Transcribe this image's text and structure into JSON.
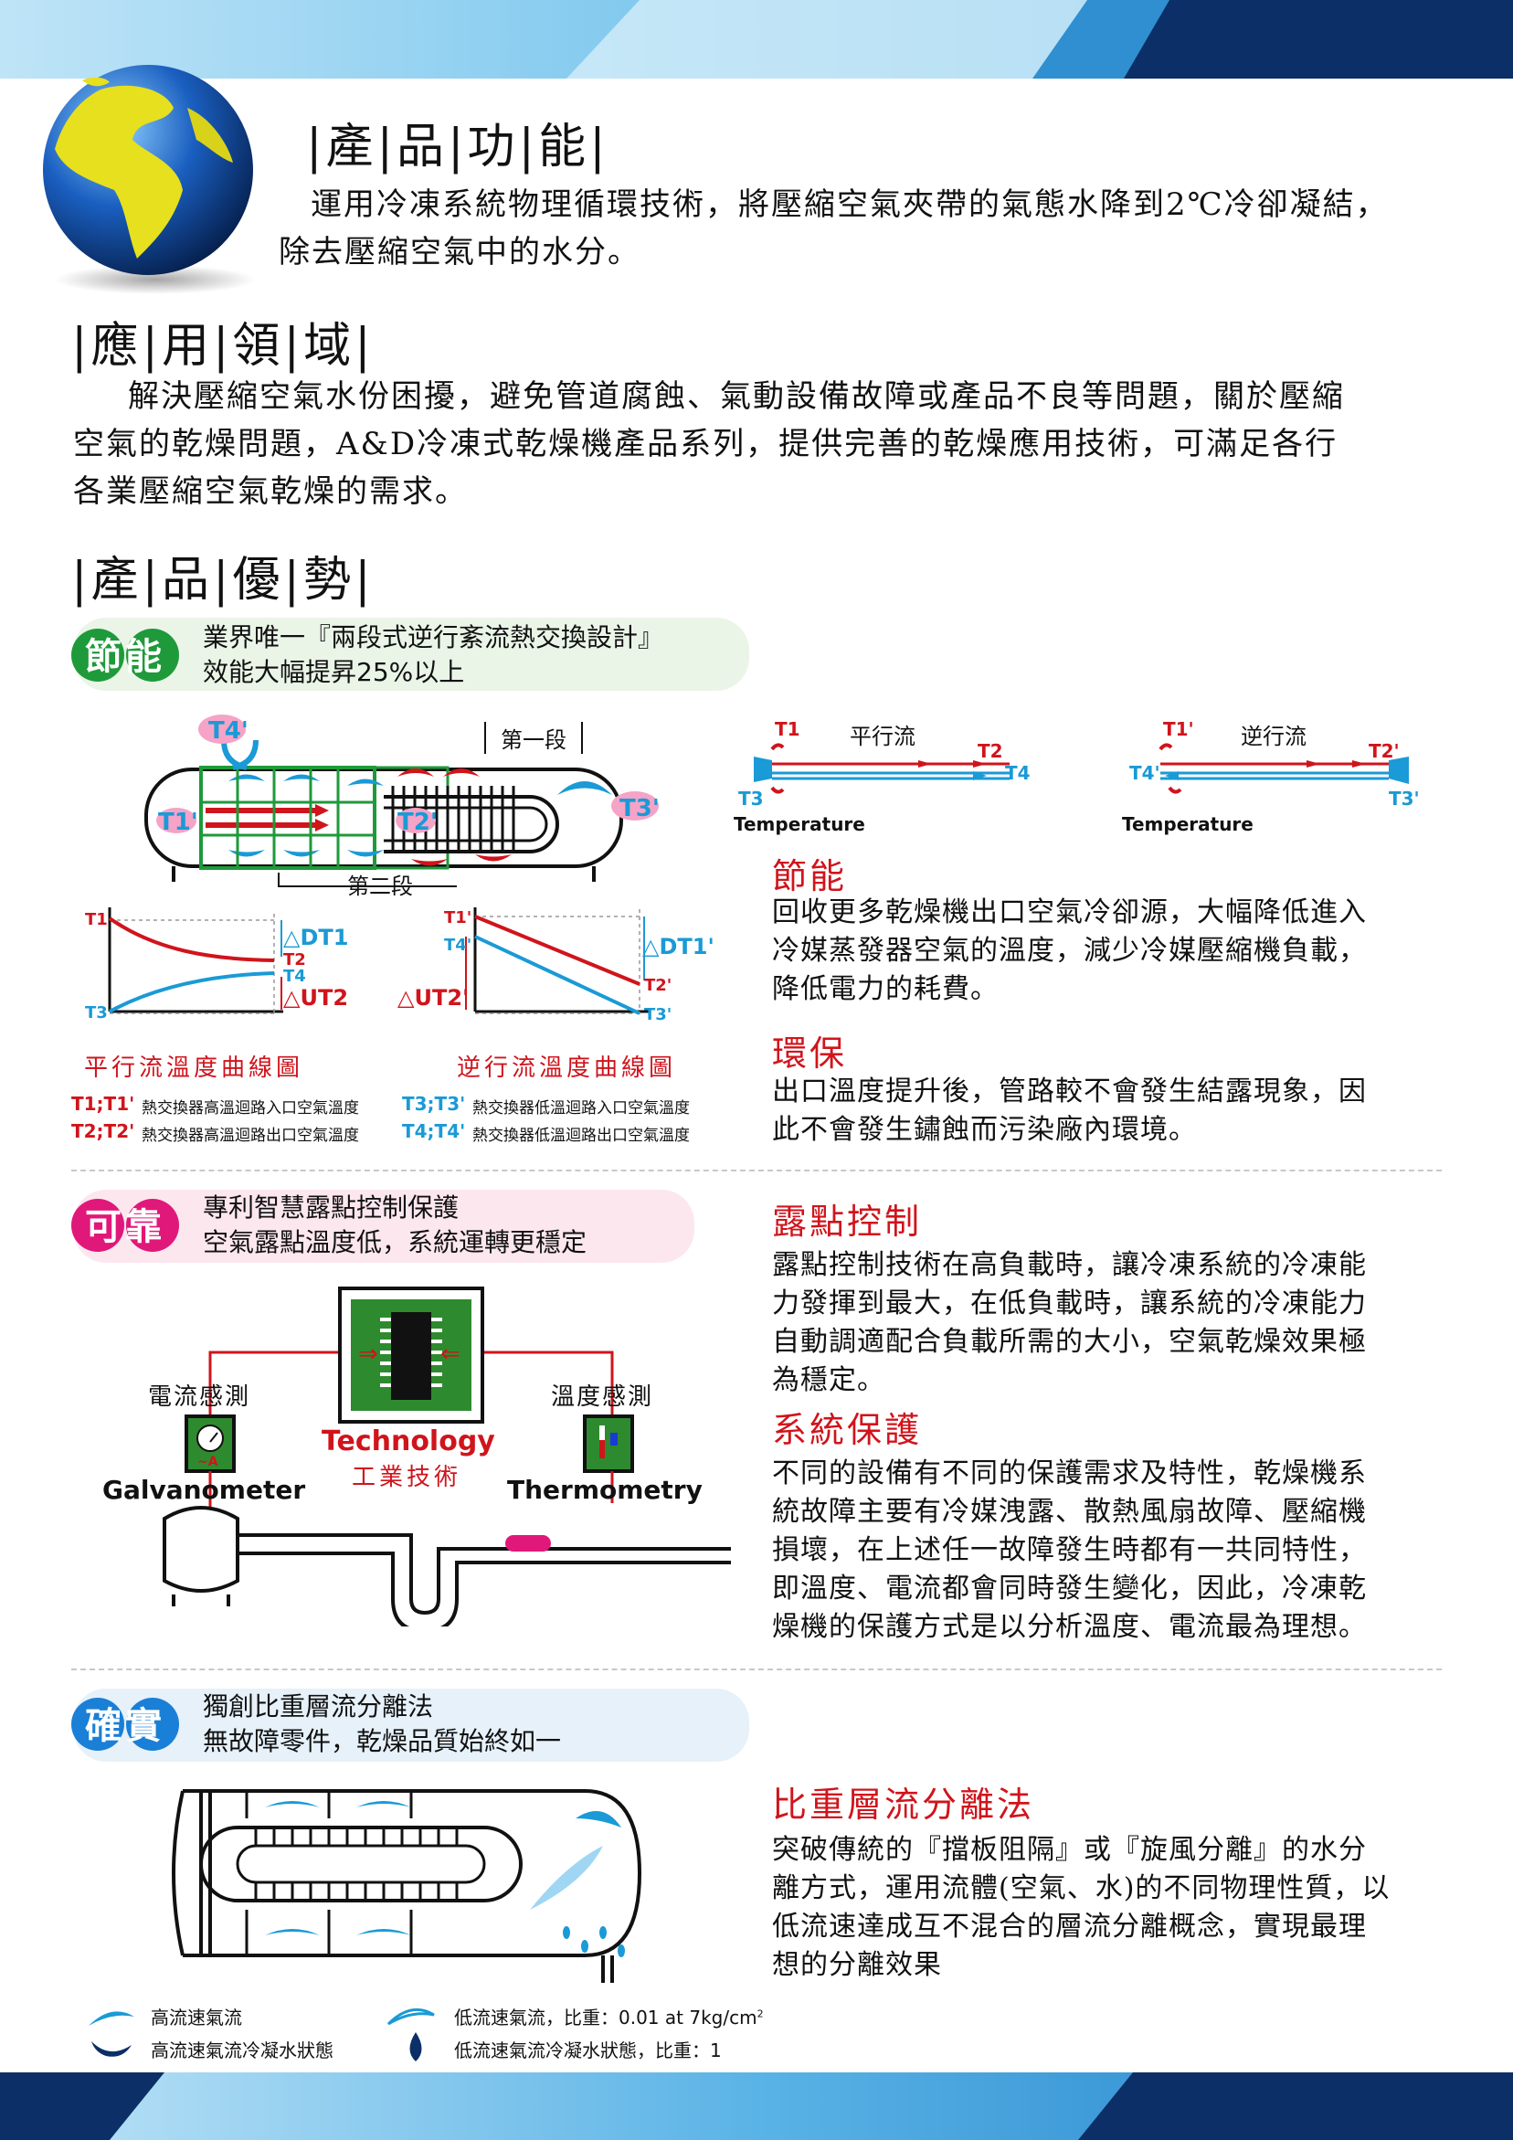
{
  "product_function": {
    "title": "|產|品|功|能|",
    "line1": "運用冷凍系統物理循環技術，將壓縮空氣夾帶的氣態水降到2℃冷卻凝結，",
    "line2": "除去壓縮空氣中的水分。"
  },
  "application": {
    "title": "|應|用|領|域|",
    "line1": "解決壓縮空氣水份困擾，避免管道腐蝕、氣動設備故障或產品不良等問題，關於壓縮",
    "line2": "空氣的乾燥問題，A&D冷凍式乾燥機產品系列，提供完善的乾燥應用技術，可滿足各行",
    "line3": "各業壓縮空氣乾燥的需求。"
  },
  "advantages": {
    "title": "|產|品|優|勢|"
  },
  "energy": {
    "badge": "節能",
    "pill_line1": "業界唯一『兩段式逆行紊流熱交換設計』",
    "pill_line2": "效能大幅提昇25%以上",
    "diagram": {
      "t4p": "T4'",
      "t1p": "T1'",
      "t2p": "T2'",
      "t3p": "T3'",
      "stage1": "第一段",
      "stage2": "第二段"
    },
    "parallel": {
      "title": "平行流",
      "t1": "T1",
      "t2": "T2",
      "t3": "T3",
      "t4": "T4",
      "footer": "Temperature",
      "curve_caption": "平行流溫度曲線圖",
      "dt1": "△DT1",
      "ut2": "△UT2"
    },
    "counter": {
      "title": "逆行流",
      "t1": "T1'",
      "t2": "T2'",
      "t3": "T3'",
      "t4": "T4'",
      "footer": "Temperature",
      "curve_caption": "逆行流溫度曲線圖",
      "dt1": "△DT1'",
      "ut2": "△UT2'"
    },
    "legend": {
      "a_key": "T1;T1'",
      "a_text": "熱交換器高溫迴路入口空氣溫度",
      "b_key": "T2;T2'",
      "b_text": "熱交換器高溫迴路出口空氣溫度",
      "c_key": "T3;T3'",
      "c_text": "熱交換器低溫迴路入口空氣溫度",
      "d_key": "T4;T4'",
      "d_text": "熱交換器低溫迴路出口空氣溫度"
    },
    "right_heading": "節能",
    "right_line1": "回收更多乾燥機出口空氣冷卻源，大幅降低進入",
    "right_line2": "冷媒蒸發器空氣的溫度，減少冷媒壓縮機負載，",
    "right_line3": "降低電力的耗費。",
    "env_heading": "環保",
    "env_line1": "出口溫度提升後，管路較不會發生結露現象，因",
    "env_line2": "此不會發生鏽蝕而污染廠內環境。"
  },
  "reliable": {
    "badge": "可靠",
    "pill_line1": "專利智慧露點控制保護",
    "pill_line2": "空氣露點溫度低，系統運轉更穩定",
    "current_label": "電流感測",
    "temp_label": "溫度感測",
    "tech_en": "Technology",
    "tech_zh": "工業技術",
    "galv": "Galvanometer",
    "thermo": "Thermometry",
    "dew_heading": "露點控制",
    "dew_line1": "露點控制技術在高負載時，讓冷凍系統的冷凍能",
    "dew_line2": "力發揮到最大，在低負載時，讓系統的冷凍能力",
    "dew_line3": "自動調適配合負載所需的大小，空氣乾燥效果極",
    "dew_line4": "為穩定。",
    "prot_heading": "系統保護",
    "prot_line1": "不同的設備有不同的保護需求及特性，乾燥機系",
    "prot_line2": "統故障主要有冷媒洩露、散熱風扇故障、壓縮機",
    "prot_line3": "損壞，在上述任一故障發生時都有一共同特性，",
    "prot_line4": "即溫度、電流都會同時發生變化，因此，冷凍乾",
    "prot_line5": "燥機的保護方式是以分析溫度、電流最為理想。"
  },
  "solid": {
    "badge": "確實",
    "pill_line1": "獨創比重層流分離法",
    "pill_line2": "無故障零件，乾燥品質始終如一",
    "heading": "比重層流分離法",
    "line1": "突破傳統的『擋板阻隔』或『旋風分離』的水分",
    "line2": "離方式，運用流體(空氣、水)的不同物理性質，以",
    "line3": "低流速達成互不混合的層流分離概念，實現最理",
    "line4": "想的分離效果",
    "legend_high": "高流速氣流",
    "legend_high_drop": "高流速氣流冷凝水狀態",
    "legend_low": "低流速氣流，比重：0.01 at 7kg/cm",
    "legend_low_sup": "2",
    "legend_low_drop": "低流速氣流冷凝水狀態，比重：1"
  },
  "colors": {
    "red": "#d0141c",
    "blue": "#1a9ad6",
    "green": "#1e9a3a",
    "magenta": "#e0187a",
    "navy": "#0b2f66"
  }
}
